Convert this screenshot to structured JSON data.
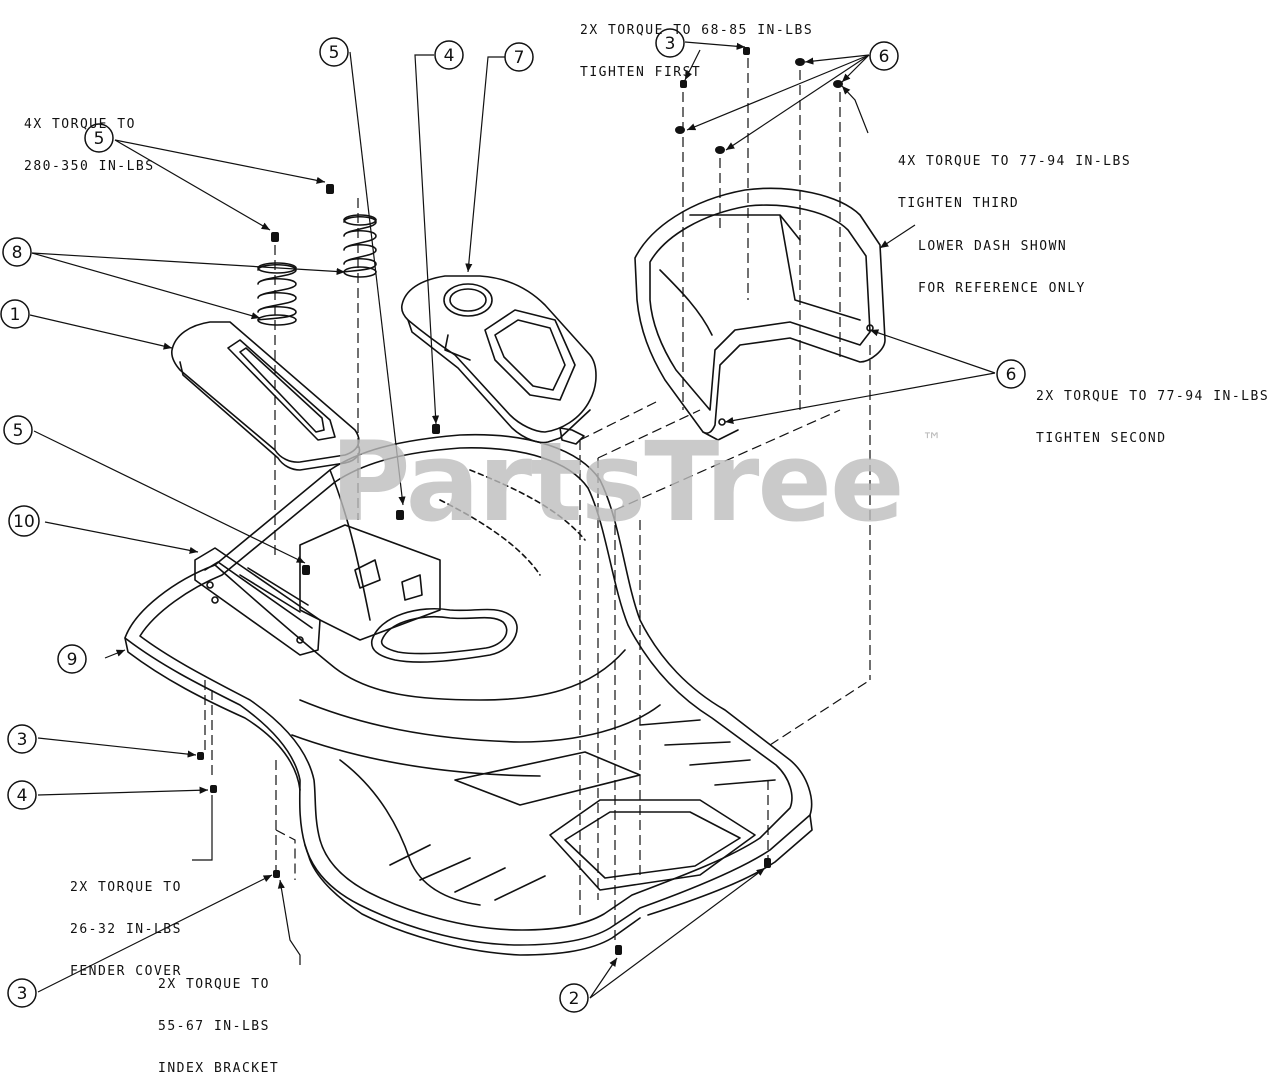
{
  "watermark": {
    "text": "PartsTree",
    "mark": "™"
  },
  "notes": {
    "top_center": [
      "2X TORQUE TO 68-85 IN-LBS",
      "TIGHTEN FIRST"
    ],
    "top_left": [
      "4X TORQUE TO",
      "280-350 IN-LBS"
    ],
    "right_third": [
      "4X TORQUE TO 77-94 IN-LBS",
      "TIGHTEN THIRD"
    ],
    "lower_dash": [
      "LOWER DASH SHOWN",
      "FOR REFERENCE ONLY"
    ],
    "right_second": [
      "2X TORQUE TO 77-94 IN-LBS",
      "TIGHTEN SECOND"
    ],
    "fender_cover": [
      "2X TORQUE TO",
      "26-32 IN-LBS",
      "FENDER COVER"
    ],
    "index_bracket": [
      "2X TORQUE TO",
      "55-67 IN-LBS",
      "INDEX BRACKET"
    ]
  },
  "callouts": {
    "c3_top": "3",
    "c6_top": "6",
    "c5_top": "5",
    "c4_top": "4",
    "c7": "7",
    "c5_left": "5",
    "c8": "8",
    "c1": "1",
    "c6_right": "6",
    "c5_mid": "5",
    "c10": "10",
    "c9": "9",
    "c3_left": "3",
    "c4_left": "4",
    "c3_bottom": "3",
    "c2": "2"
  },
  "colors": {
    "line": "#111111",
    "watermark": "#bdbdbd"
  }
}
